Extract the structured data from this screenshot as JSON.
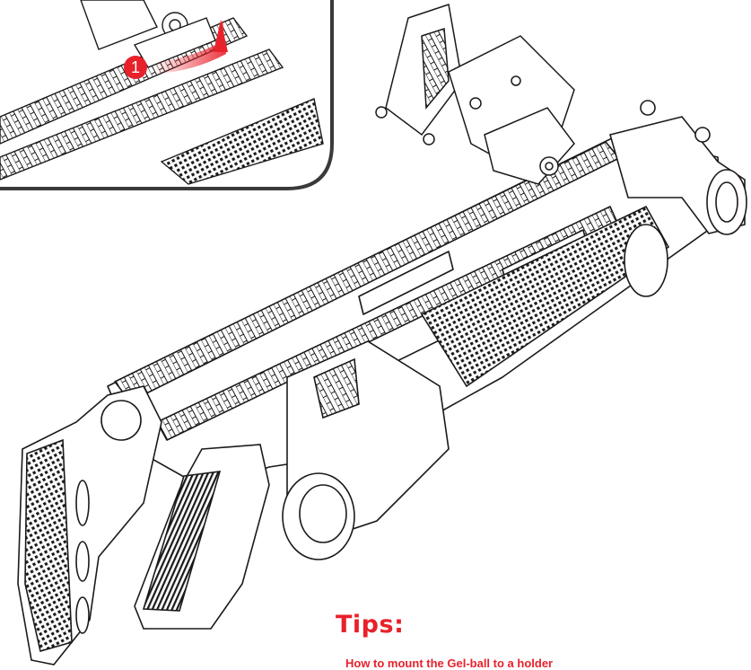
{
  "callout": {
    "step_number": "1"
  },
  "tips": {
    "title": "Tips:",
    "text": "How to mount the Gel-ball to a holder"
  },
  "colors": {
    "accent": "#e8212b",
    "line": "#1a1a1a",
    "inset_border": "#3a3a3a"
  },
  "icons": {
    "arrow": "curved-arrow-icon"
  }
}
